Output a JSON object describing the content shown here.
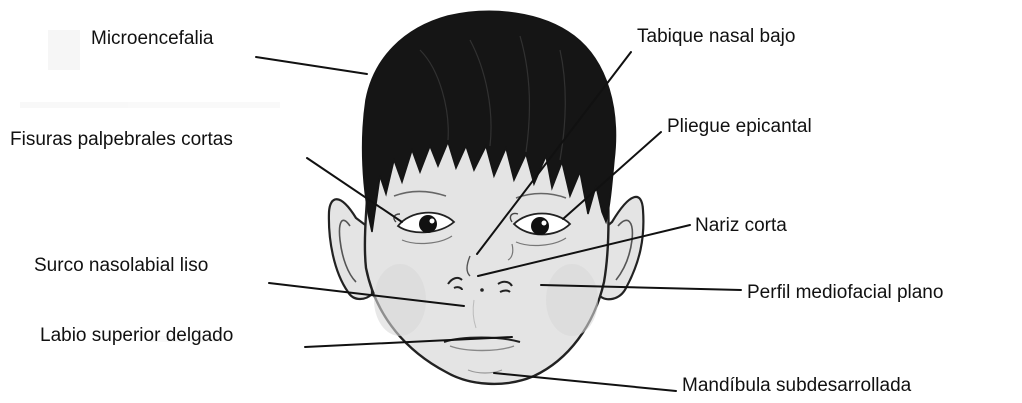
{
  "colors": {
    "background": "#ffffff",
    "skin": "#e4e4e4",
    "skin_shadow": "#cfcfcf",
    "hair": "#151515",
    "outline": "#222222",
    "label_text": "#111111"
  },
  "labels": {
    "microencefalia": "Microencefalia",
    "fisuras_palpebrales": "Fisuras palpebrales cortas",
    "surco_nasolabial": "Surco nasolabial liso",
    "labio_superior": "Labio superior delgado",
    "tabique_nasal": "Tabique nasal bajo",
    "pliegue_epicantal": "Pliegue epicantal",
    "nariz_corta": "Nariz corta",
    "perfil_mediofacial": "Perfil mediofacial plano",
    "mandibula": "Mandíbula subdesarrollada"
  }
}
